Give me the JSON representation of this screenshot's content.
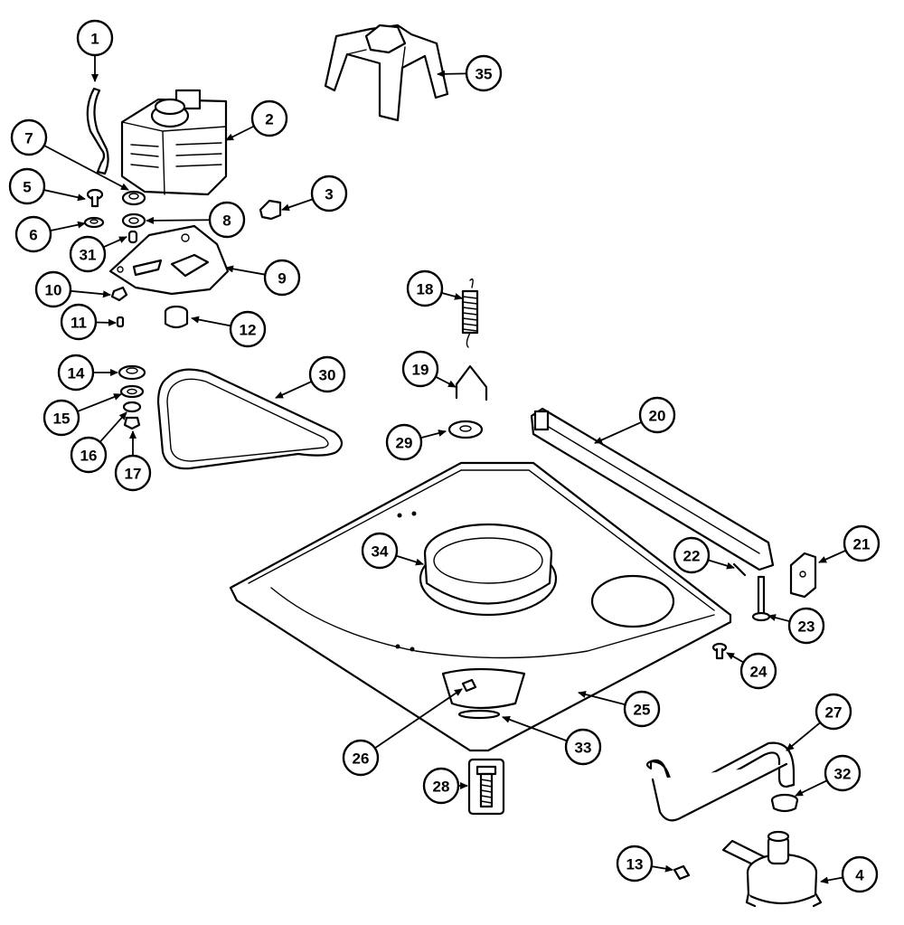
{
  "diagram": {
    "callouts": [
      "1",
      "2",
      "3",
      "4",
      "5",
      "6",
      "7",
      "8",
      "9",
      "10",
      "11",
      "12",
      "13",
      "14",
      "15",
      "16",
      "17",
      "18",
      "19",
      "20",
      "21",
      "22",
      "23",
      "24",
      "25",
      "26",
      "27",
      "28",
      "29",
      "30",
      "31",
      "32",
      "33",
      "34",
      "35"
    ]
  },
  "colors": {
    "line": "#000000",
    "background": "#ffffff"
  }
}
